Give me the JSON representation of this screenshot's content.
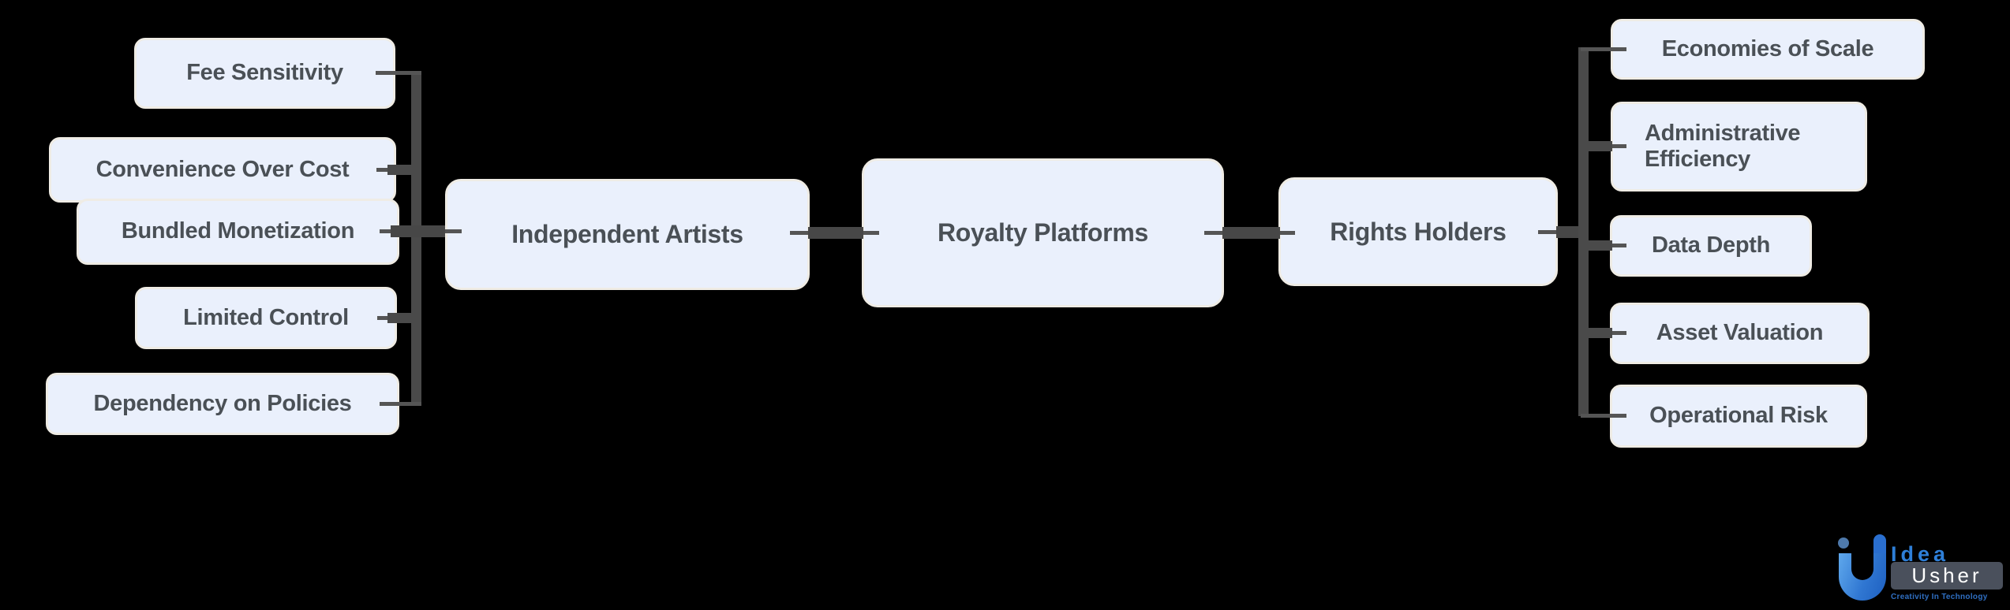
{
  "diagram": {
    "kind": "mindmap-flow",
    "background": "#000000",
    "main_chain": [
      {
        "label": "Independent Artists"
      },
      {
        "label": "Royalty Platforms"
      },
      {
        "label": "Rights Holders"
      }
    ],
    "left_children": [
      {
        "label": "Fee Sensitivity"
      },
      {
        "label": "Convenience Over Cost"
      },
      {
        "label": "Bundled Monetization"
      },
      {
        "label": "Limited Control"
      },
      {
        "label": "Dependency on Policies"
      }
    ],
    "right_children": [
      {
        "label": "Economies of Scale"
      },
      {
        "label": "Administrative Efficiency"
      },
      {
        "label": "Data Depth"
      },
      {
        "label": "Asset Valuation"
      },
      {
        "label": "Operational Risk"
      }
    ]
  },
  "logo": {
    "brand_top": "Idea",
    "brand_bottom": "Usher",
    "tagline": "Creativity In Technology",
    "icon": "blue-u-with-dot"
  },
  "colors": {
    "background": "#000000",
    "node_fill": "#eaf0fc",
    "node_border": "#efece5",
    "node_text": "#4a5056",
    "connector": "#4d4d4d",
    "logo_blue": "#2e7fd8",
    "logo_badge_bg": "#4a505c",
    "logo_badge_text": "#ffffff"
  }
}
